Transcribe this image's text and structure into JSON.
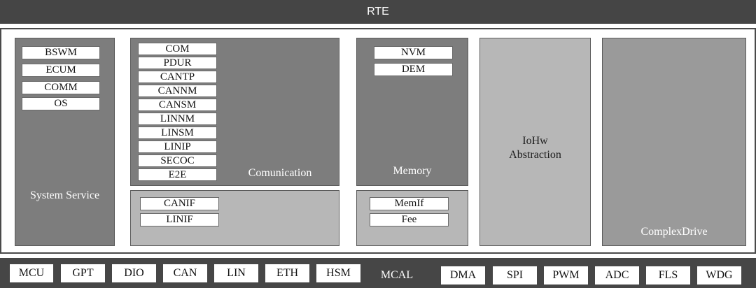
{
  "rte": {
    "label": "RTE"
  },
  "system_service": {
    "label": "System Service",
    "modules": [
      "BSWM",
      "ECUM",
      "COMM",
      "OS"
    ]
  },
  "communication": {
    "label": "Comunication",
    "modules": [
      "COM",
      "PDUR",
      "CANTP",
      "CANNM",
      "CANSM",
      "LINNM",
      "LINSM",
      "LINIP",
      "SECOC",
      "E2E"
    ],
    "interface_modules": [
      "CANIF",
      "LINIF"
    ]
  },
  "memory": {
    "label": "Memory",
    "modules": [
      "NVM",
      "DEM"
    ],
    "interface_modules": [
      "MemIf",
      "Fee"
    ]
  },
  "iohw": {
    "label_line1": "IoHw",
    "label_line2": "Abstraction"
  },
  "complex_drive": {
    "label": "ComplexDrive"
  },
  "mcal": {
    "label": "MCAL",
    "left_modules": [
      "MCU",
      "GPT",
      "DIO",
      "CAN",
      "LIN",
      "ETH",
      "HSM"
    ],
    "right_modules": [
      "DMA",
      "SPI",
      "PWM",
      "ADC",
      "FLS",
      "WDG"
    ]
  }
}
